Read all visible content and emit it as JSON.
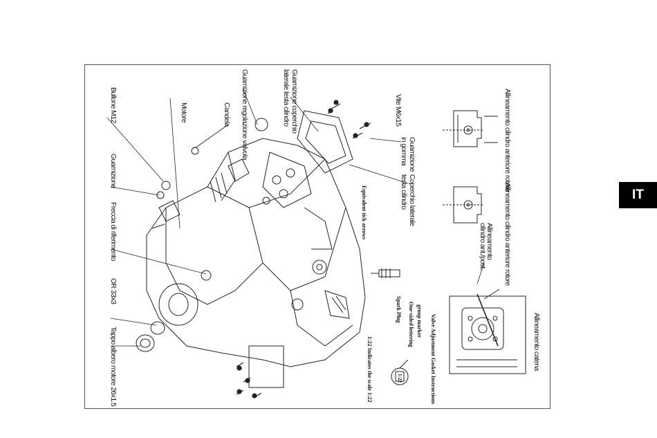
{
  "language_tab": "IT",
  "labels": {
    "allineamento_anteriore": "Allineamento cilindro anteriore rotore",
    "allineamento_posteriore": "Allineamento cilindro anteriore rotore",
    "allineamento_ant_post_1": "Allineamento",
    "allineamento_ant_post_2": "cilindro ant./post.",
    "allineamento_catena": "Allineamento catena",
    "vite": "Vite M6x15",
    "guarnizione_gomma_1": "Guarnizione",
    "guarnizione_gomma_2": "in gomma",
    "coperchio_laterale_1": "Coperchio laterale",
    "coperchio_laterale_2": "testa cilindro",
    "guarnizione_coperchio_1": "Guarnizione coperchio",
    "guarnizione_coperchio_2": "laterale testa cilindro",
    "guarnizione_regolazione": "Guarnizione regolazione valvola",
    "candela": "Candela",
    "motore": "Motore",
    "bullone": "Bullone M12",
    "guarnizione": "Guarnizione",
    "freccia": "Freccia di riferimento",
    "or": "OR 33x3",
    "tappo": "Tappo albero motore 26x1.5",
    "equivalent_tick": "Equivalent tick arrows",
    "spark_plug": "Spark Plug",
    "one_sided": "One-sided lettering",
    "group_marker": "group marker",
    "valve_adjustment": "Valve Adjustment Gasket Instructions",
    "scale_note": "1:22 Indicates the scale 1:22",
    "scale_mark": "1:22"
  }
}
